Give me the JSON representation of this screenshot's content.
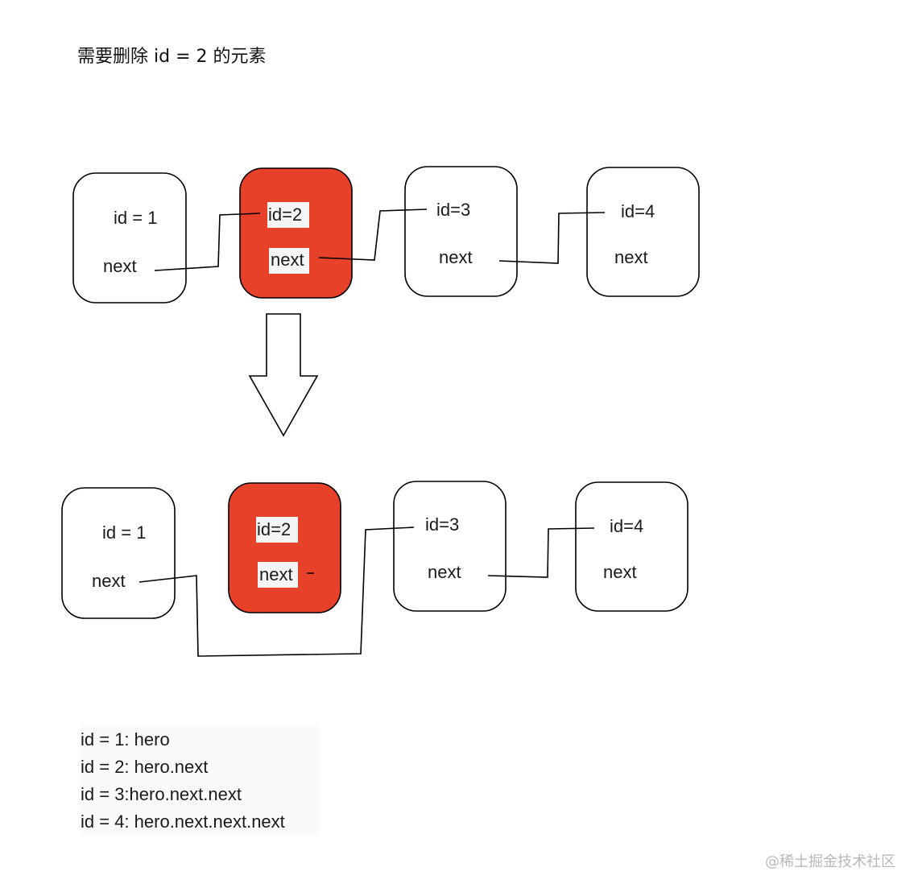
{
  "title": "需要删除 id = 2 的元素",
  "colors": {
    "deleted_node_fill": "#e8412a",
    "node_stroke": "#000000",
    "label_bg": "#f5f5f5"
  },
  "before": {
    "nodes": [
      {
        "id_label": "id = 1",
        "next_label": "next",
        "deleted": false
      },
      {
        "id_label": "id=2",
        "next_label": "next",
        "deleted": true
      },
      {
        "id_label": "id=3",
        "next_label": "next",
        "deleted": false
      },
      {
        "id_label": "id=4",
        "next_label": "next",
        "deleted": false
      }
    ]
  },
  "after": {
    "nodes": [
      {
        "id_label": "id = 1",
        "next_label": "next",
        "deleted": false
      },
      {
        "id_label": "id=2",
        "next_label": "next",
        "deleted": true
      },
      {
        "id_label": "id=3",
        "next_label": "next",
        "deleted": false
      },
      {
        "id_label": "id=4",
        "next_label": "next",
        "deleted": false
      }
    ]
  },
  "arrow_icon": "down-arrow-icon",
  "legend": [
    "id = 1: hero",
    "id = 2:  hero.next",
    "id = 3:hero.next.next",
    "id = 4: hero.next.next.next"
  ],
  "watermark": "@稀土掘金技术社区"
}
